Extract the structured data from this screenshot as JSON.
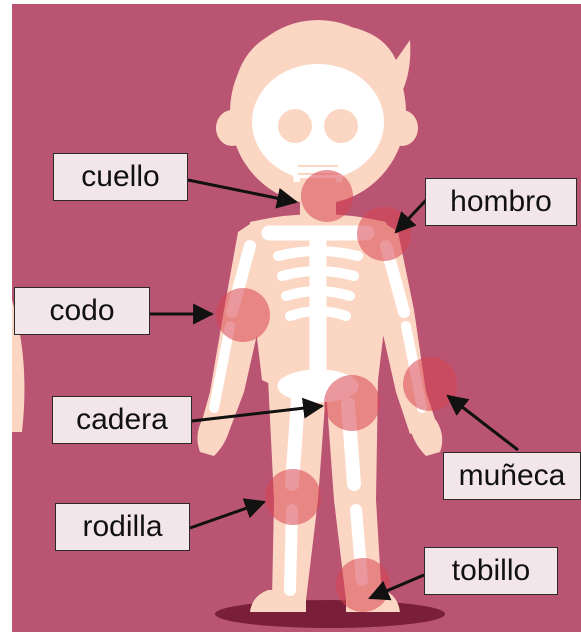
{
  "colors": {
    "background": "#b95473",
    "skin": "#fbd7c3",
    "bone": "#ffffff",
    "joint": "#d9434f",
    "label_fill": "#f3e6ea",
    "arrow": "#111111"
  },
  "labels": {
    "neck": "cuello",
    "shoulder": "hombro",
    "elbow": "codo",
    "hip": "cadera",
    "wrist": "muñeca",
    "knee": "rodilla",
    "ankle": "tobillo"
  }
}
